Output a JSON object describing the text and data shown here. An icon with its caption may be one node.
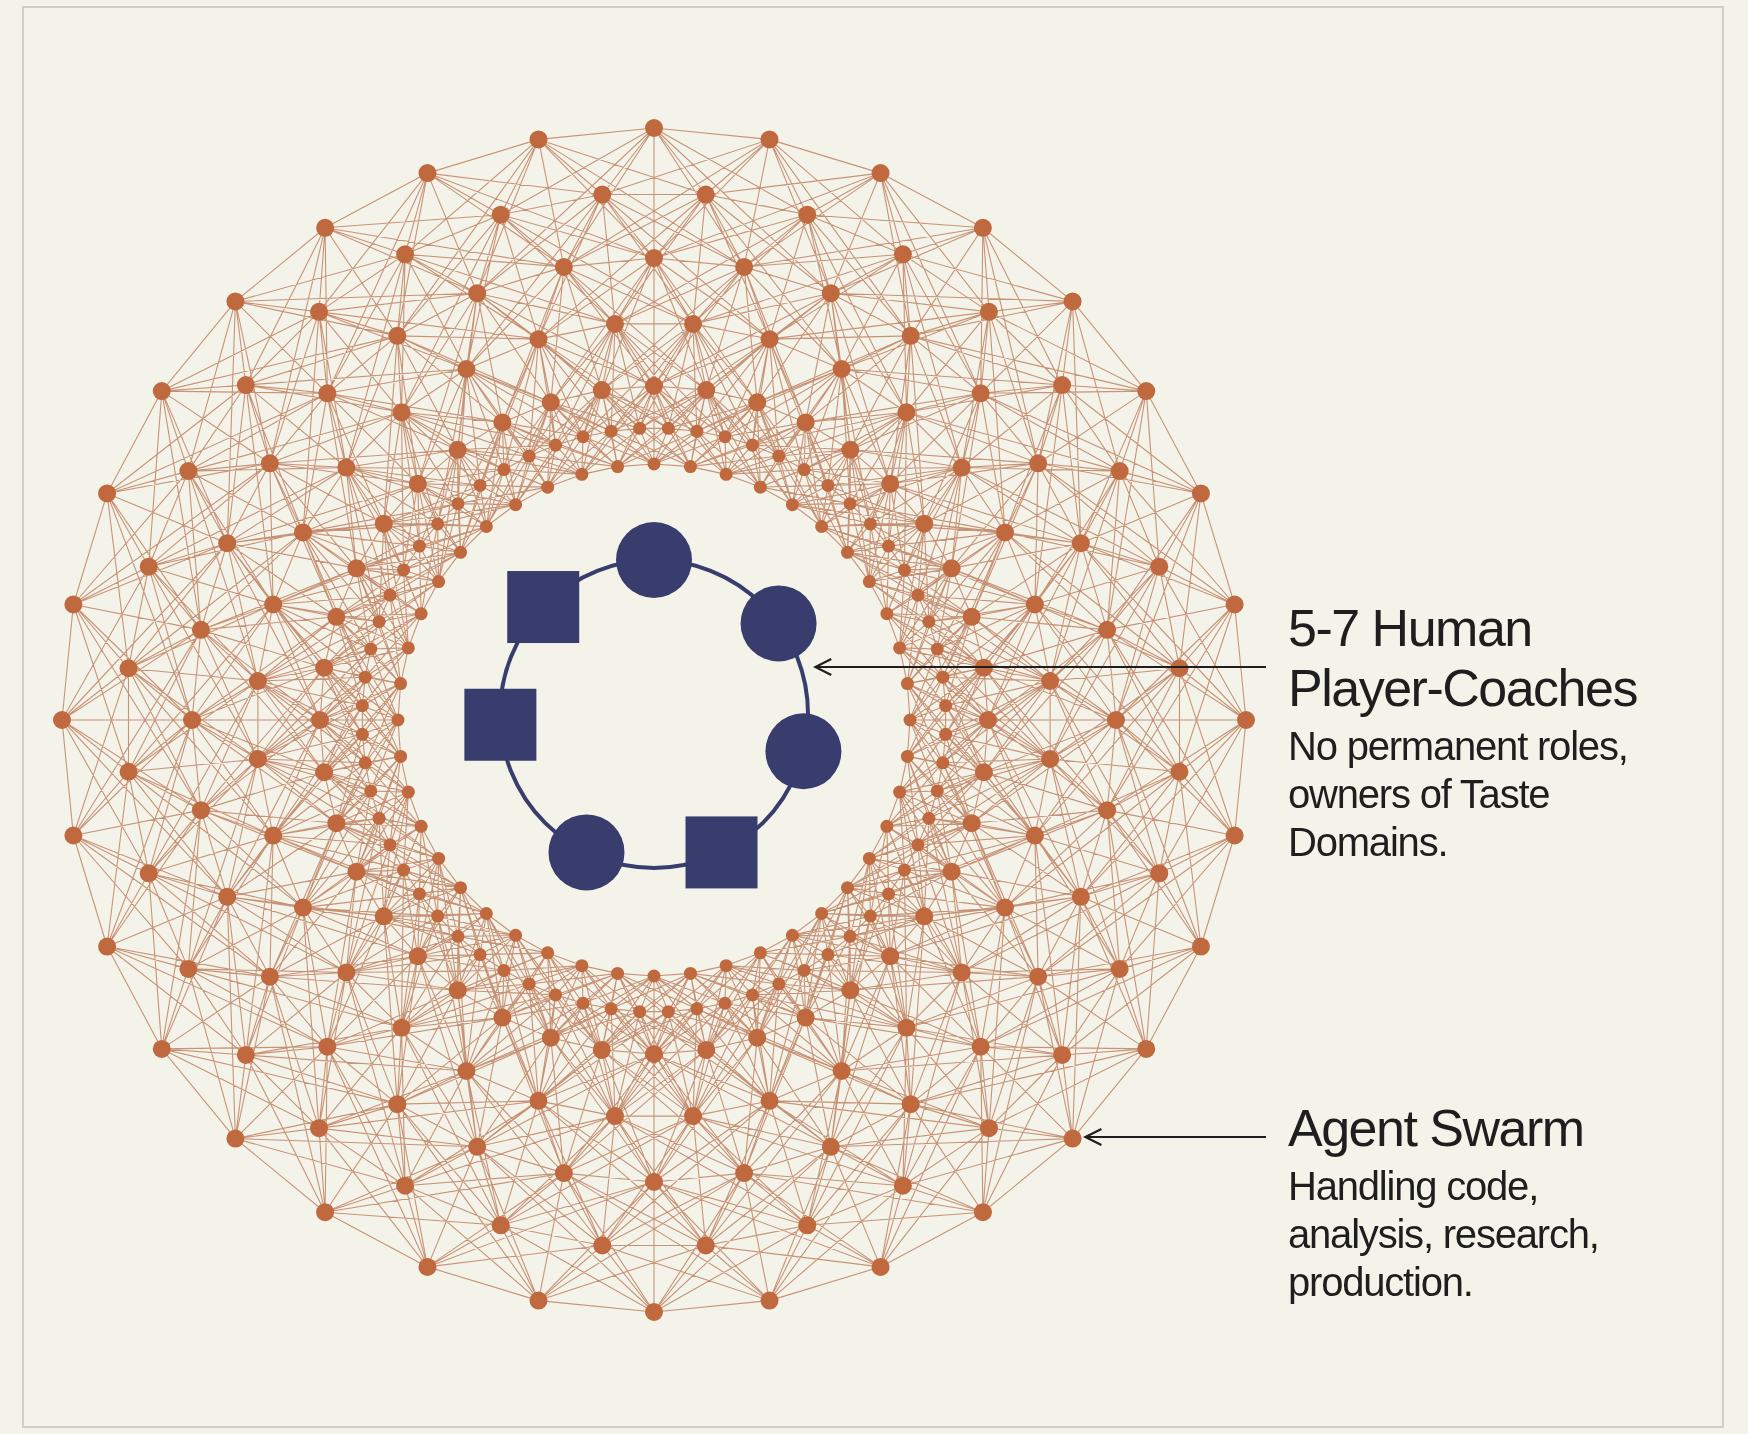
{
  "diagram": {
    "nodes": [
      {
        "text": [
          "5-7 Human Player-Coaches",
          "No permanent roles, owners of Taste Domains."
        ]
      },
      {
        "text": [],
        "shape": "circle",
        "in": 3
      },
      {
        "text": [
          "Agent Swarm",
          "Handling code, analysis, research, production."
        ]
      },
      {
        "text": [],
        "shape": "circle"
      }
    ],
    "edges": [
      {
        "from": 0,
        "to": 1,
        "arrow": "to"
      },
      {
        "from": 2,
        "to": 3,
        "arrow": "to"
      }
    ]
  }
}
